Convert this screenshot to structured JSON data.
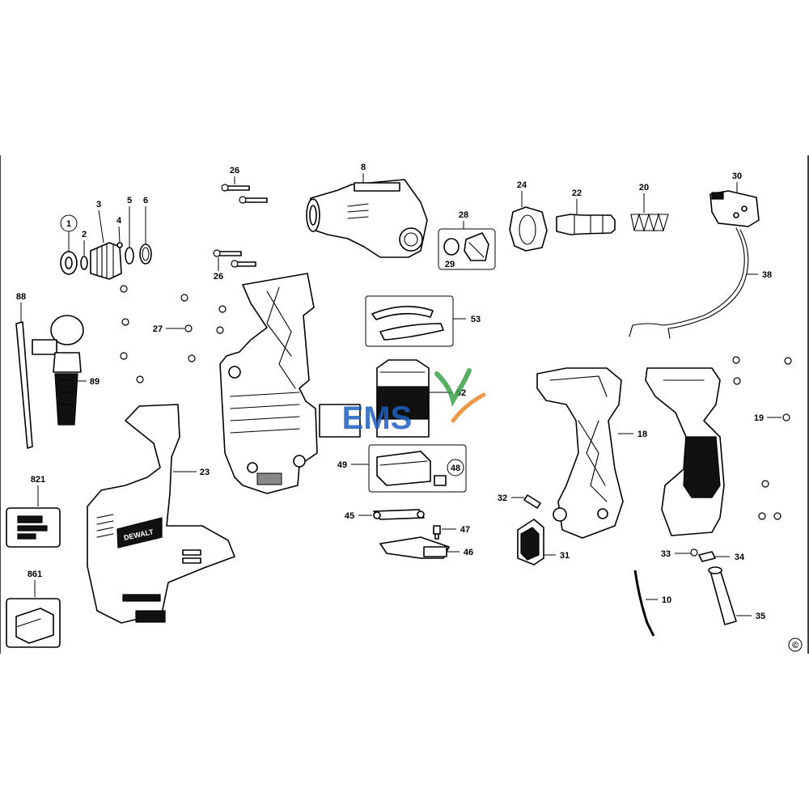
{
  "diagram": {
    "copyright_symbol": "©",
    "watermark_text": "EMS",
    "colors": {
      "line": "#000000",
      "background": "#ffffff",
      "watermark_blue": "#1f5fbf",
      "watermark_green": "#3aa14a",
      "watermark_orange": "#e8892a"
    },
    "brand_label": "DEWALT",
    "callouts": {
      "c1": "1",
      "c2": "2",
      "c3": "3",
      "c4": "4",
      "c5": "5",
      "c6": "6",
      "c8": "8",
      "c10": "10",
      "c18": "18",
      "c19": "19",
      "c20": "20",
      "c22": "22",
      "c23": "23",
      "c24": "24",
      "c26a": "26",
      "c26b": "26",
      "c27": "27",
      "c28": "28",
      "c29": "29",
      "c30": "30",
      "c31": "31",
      "c32": "32",
      "c33": "33",
      "c34": "34",
      "c35": "35",
      "c38": "38",
      "c45": "45",
      "c46": "46",
      "c47": "47",
      "c48": "48",
      "c49": "49",
      "c52": "52",
      "c53": "53",
      "c88": "88",
      "c89": "89",
      "c821": "821",
      "c861": "861"
    }
  }
}
